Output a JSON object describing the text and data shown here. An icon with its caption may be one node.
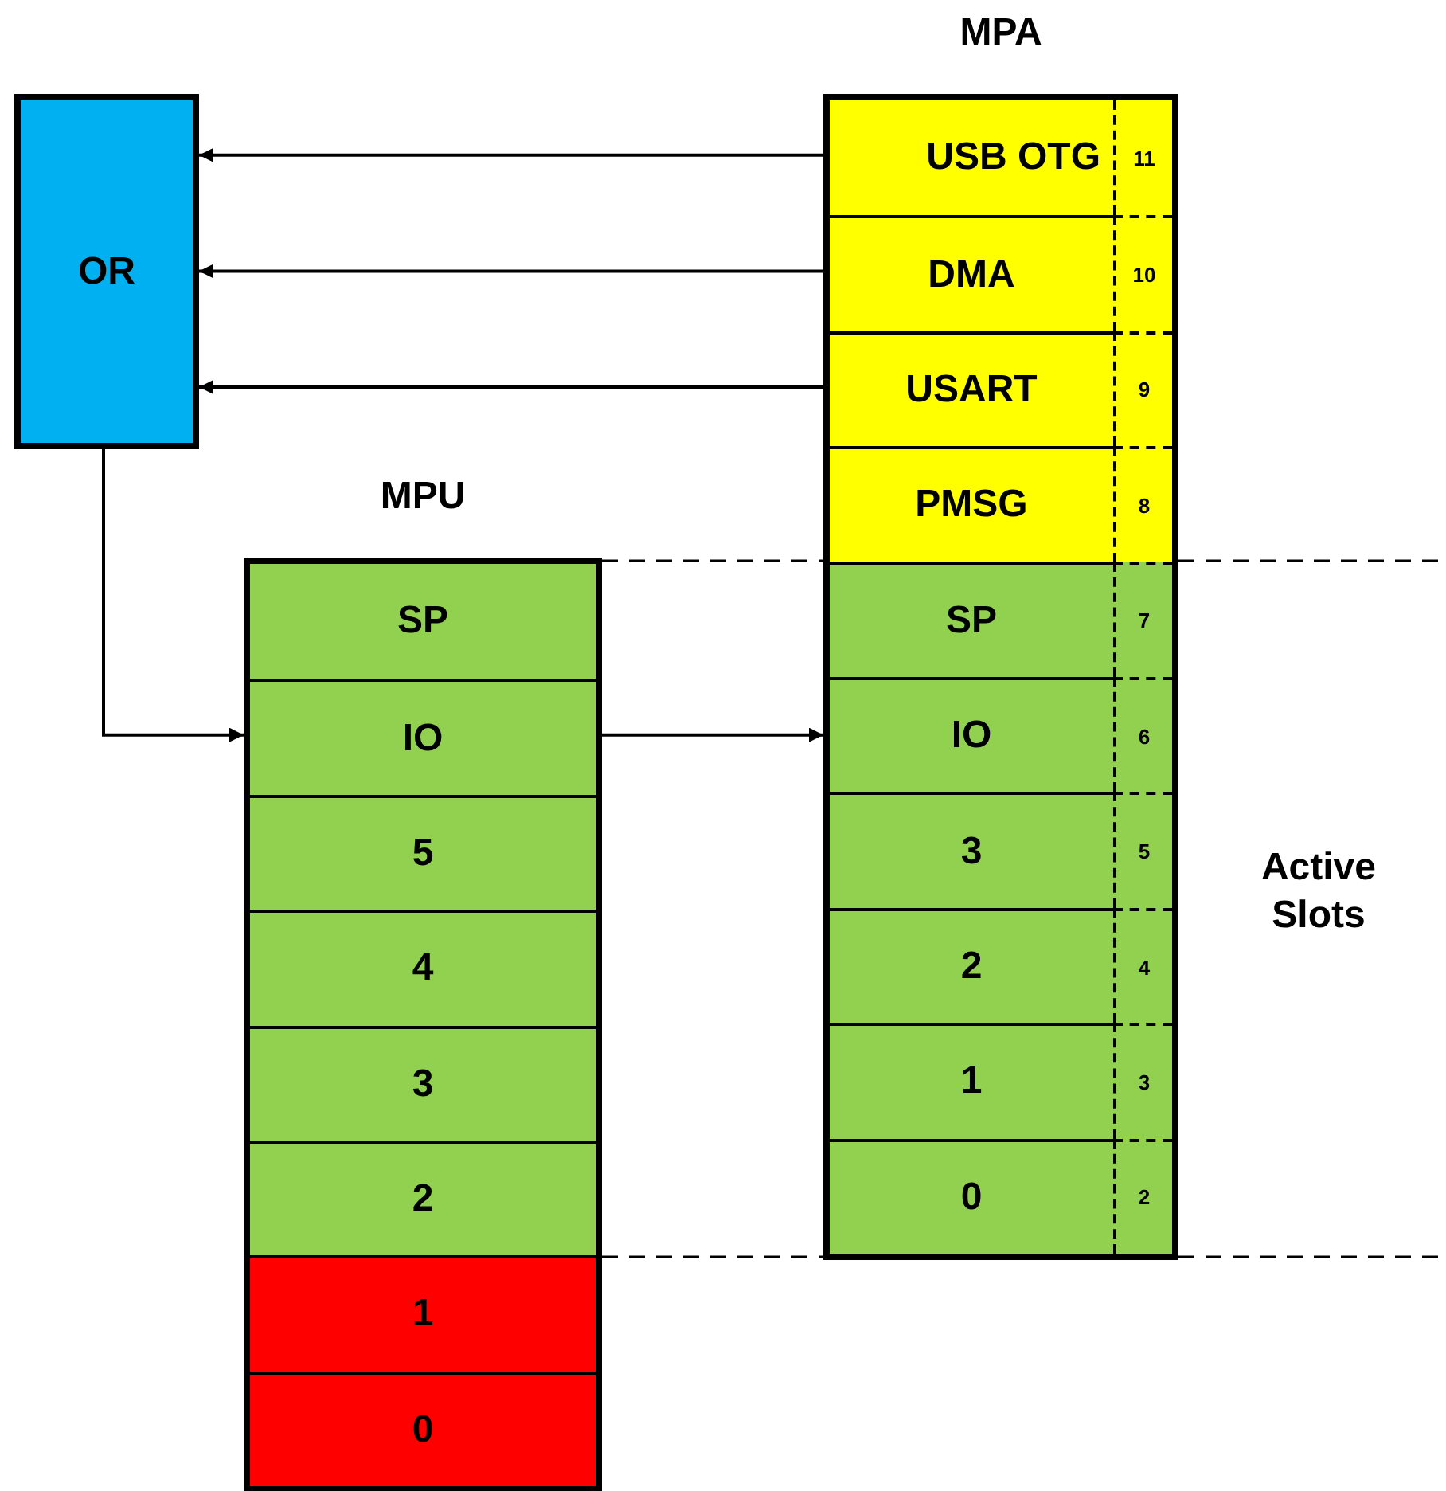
{
  "diagram": {
    "nodes": [
      {
        "text": [
          "OR"
        ]
      },
      {
        "text": [
          "MPU"
        ]
      },
      {
        "text": [
          "SP"
        ],
        "in": 1
      },
      {
        "text": [
          "IO"
        ],
        "in": 1
      },
      {
        "text": [
          "5"
        ],
        "in": 1
      },
      {
        "text": [
          "4"
        ],
        "in": 1
      },
      {
        "text": [
          "3"
        ],
        "in": 1
      },
      {
        "text": [
          "2"
        ],
        "in": 1
      },
      {
        "text": [
          "1"
        ],
        "in": 1
      },
      {
        "text": [
          "0"
        ],
        "in": 1
      },
      {
        "text": [
          "MPA"
        ]
      },
      {
        "text": [
          "USB OTG",
          "11"
        ],
        "in": 10
      },
      {
        "text": [
          "DMA",
          "10"
        ],
        "in": 10
      },
      {
        "text": [
          "USART",
          "9"
        ],
        "in": 10
      },
      {
        "text": [
          "PMSG",
          "8"
        ],
        "in": 10
      },
      {
        "text": [
          "SP",
          "7"
        ],
        "in": 10
      },
      {
        "text": [
          "IO",
          "6"
        ],
        "in": 10
      },
      {
        "text": [
          "3",
          "5"
        ],
        "in": 10
      },
      {
        "text": [
          "2",
          "4"
        ],
        "in": 10
      },
      {
        "text": [
          "1",
          "3"
        ],
        "in": 10
      },
      {
        "text": [
          "0",
          "2"
        ],
        "in": 10
      }
    ],
    "edges": [
      {
        "from": 11,
        "to": 0,
        "arrow": "to"
      },
      {
        "from": 12,
        "to": 0,
        "arrow": "to"
      },
      {
        "from": 13,
        "to": 0,
        "arrow": "to"
      },
      {
        "from": 0,
        "to": 3,
        "arrow": "to"
      },
      {
        "from": 3,
        "to": 16,
        "arrow": "to"
      }
    ],
    "labels": [
      "Active Slots"
    ]
  }
}
